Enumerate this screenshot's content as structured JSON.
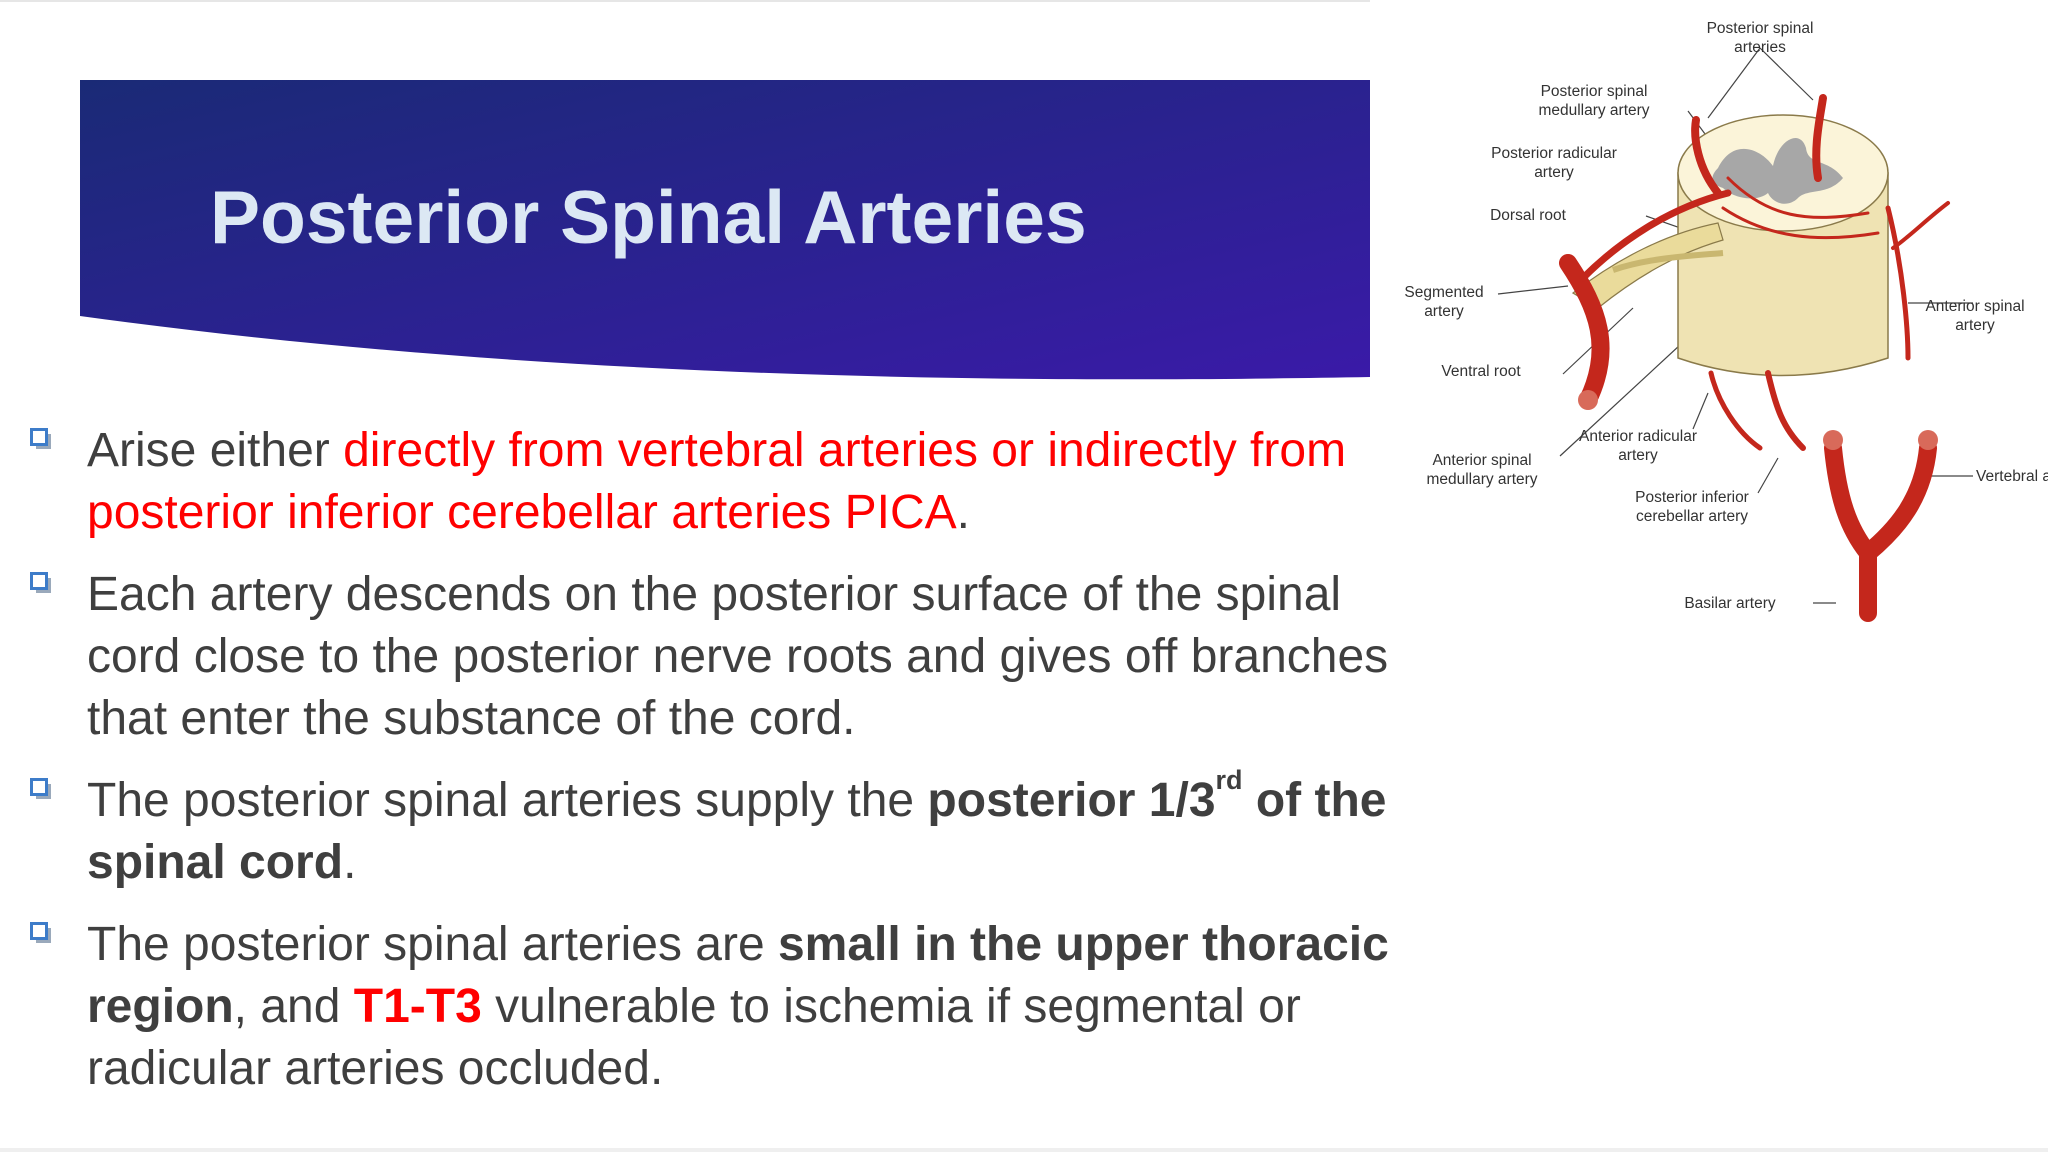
{
  "slide": {
    "title": "Posterior Spinal Arteries",
    "colors": {
      "banner_start": "#1a2a76",
      "banner_end": "#3a1aa8",
      "title": "#dce8f4",
      "text": "#3f3f3f",
      "highlight": "#ff0000",
      "bullet_icon": "#3d7cc9"
    },
    "bullets": [
      {
        "icon": "square-checkbox-icon",
        "parts": [
          "Arise either ",
          "directly from vertebral arteries or indirectly from posterior inferior cerebellar arteries PICA",
          "."
        ]
      },
      {
        "icon": "square-checkbox-icon",
        "parts": [
          "Each artery descends on the posterior surface of the spinal cord close to the posterior nerve roots and gives off branches that enter the substance of the cord."
        ]
      },
      {
        "icon": "square-checkbox-icon",
        "parts": [
          "The posterior spinal arteries supply the ",
          "posterior 1/3",
          "rd",
          " of the spinal cord",
          "."
        ]
      },
      {
        "icon": "square-checkbox-icon",
        "parts": [
          "The posterior spinal arteries are ",
          "small in the upper thoracic region",
          ", and ",
          "T1-T3",
          "  vulnerable to ischemia if segmental or radicular arteries occluded."
        ]
      }
    ]
  },
  "figure": {
    "labels": {
      "posterior_spinal_arteries": [
        "Posterior spinal",
        "arteries"
      ],
      "posterior_spinal_medullary_artery": [
        "Posterior spinal",
        "medullary artery"
      ],
      "posterior_radicular_artery": [
        "Posterior radicular",
        "artery"
      ],
      "dorsal_root": [
        "Dorsal root"
      ],
      "segmented_artery": [
        "Segmented",
        "artery"
      ],
      "ventral_root": [
        "Ventral root"
      ],
      "anterior_spinal_medullary_artery": [
        "Anterior spinal",
        "medullary artery"
      ],
      "anterior_radicular_artery": [
        "Anterior radicular",
        "artery"
      ],
      "posterior_inferior_cerebellar_artery": [
        "Posterior inferior",
        "cerebellar artery"
      ],
      "basilar_artery": [
        "Basilar artery"
      ],
      "anterior_spinal_artery": [
        "Anterior spinal",
        "artery"
      ],
      "vertebral_artery": [
        "Vertebral artery"
      ]
    },
    "colors": {
      "artery": "#c4271c",
      "cord": "#f7efc9",
      "grey_matter": "#a7a7a7",
      "root": "#eadb9b"
    }
  }
}
